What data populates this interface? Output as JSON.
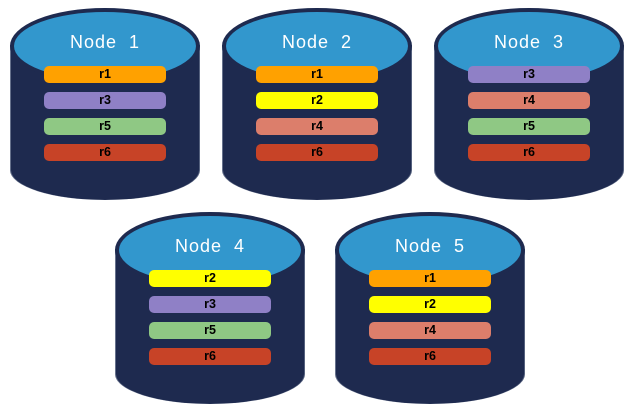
{
  "diagram": {
    "title": "replicated-partitions-across-nodes",
    "background": "#ffffff",
    "colors": {
      "cylinder_body": "#1E2A4F",
      "cylinder_top": "#3297CD",
      "title_text": "#ffffff",
      "bar_text": "#000000",
      "replicas": {
        "r1": "#FFA100",
        "r2": "#FFFF00",
        "r3": "#8F80C6",
        "r4": "#DC7E6B",
        "r5": "#8FC884",
        "r6": "#C74327"
      }
    },
    "nodes": [
      {
        "label": "Node  1",
        "replicas": [
          "r1",
          "r3",
          "r5",
          "r6"
        ]
      },
      {
        "label": "Node  2",
        "replicas": [
          "r1",
          "r2",
          "r4",
          "r6"
        ]
      },
      {
        "label": "Node  3",
        "replicas": [
          "r3",
          "r4",
          "r5",
          "r6"
        ]
      },
      {
        "label": "Node  4",
        "replicas": [
          "r2",
          "r3",
          "r5",
          "r6"
        ]
      },
      {
        "label": "Node  5",
        "replicas": [
          "r1",
          "r2",
          "r4",
          "r6"
        ]
      }
    ]
  }
}
